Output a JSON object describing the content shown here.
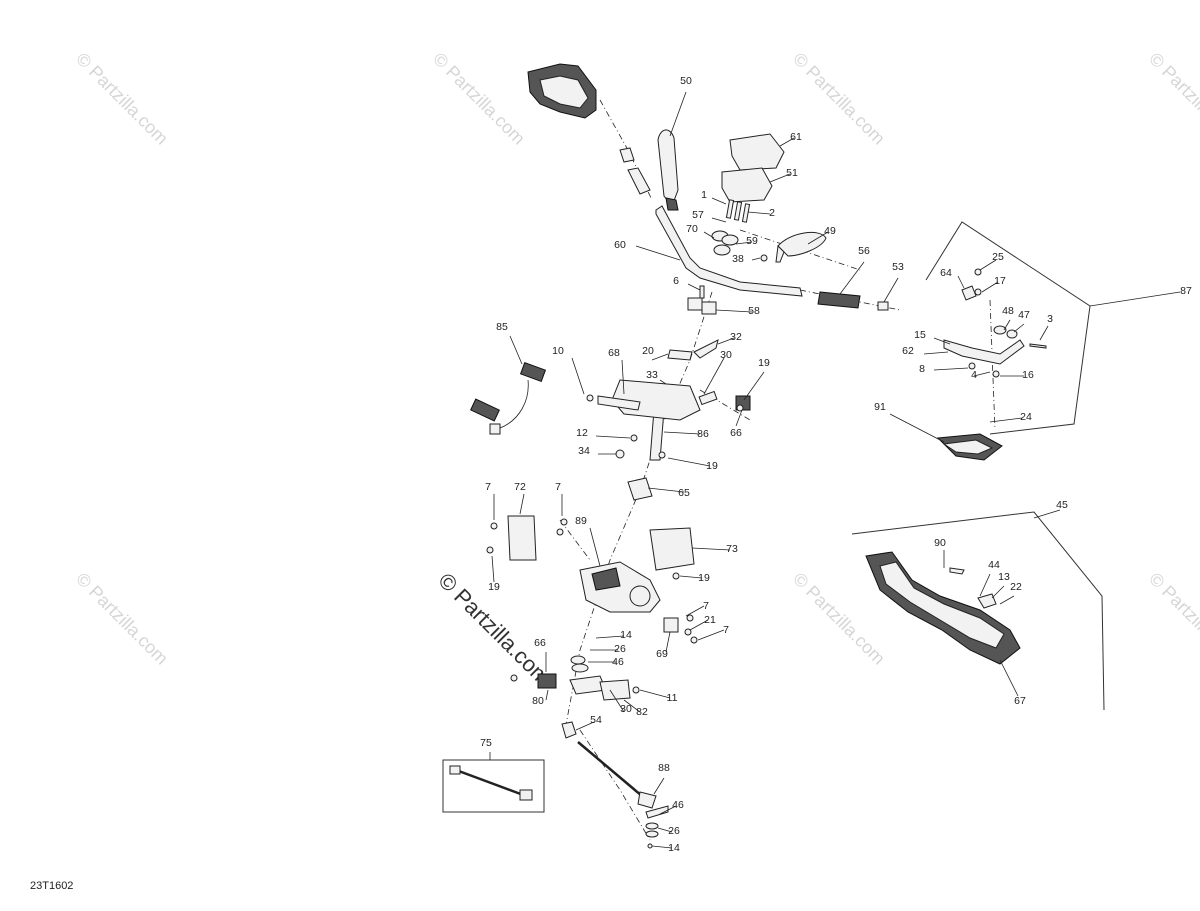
{
  "diagram": {
    "code": "23T1602",
    "watermark": "© Partzilla.com",
    "watermark_center": "© Partzilla.com",
    "callouts": [
      "50",
      "61",
      "51",
      "1",
      "2",
      "57",
      "70",
      "59",
      "38",
      "49",
      "60",
      "56",
      "53",
      "6",
      "58",
      "85",
      "32",
      "10",
      "68",
      "20",
      "30",
      "19",
      "33",
      "66",
      "12",
      "86",
      "34",
      "19",
      "65",
      "7",
      "72",
      "7",
      "89",
      "73",
      "19",
      "19",
      "7",
      "21",
      "14",
      "7",
      "26",
      "69",
      "66",
      "46",
      "80",
      "30",
      "82",
      "11",
      "54",
      "75",
      "88",
      "46",
      "26",
      "14",
      "87",
      "25",
      "64",
      "17",
      "48",
      "47",
      "3",
      "15",
      "62",
      "8",
      "4",
      "16",
      "91",
      "24",
      "45",
      "90",
      "44",
      "13",
      "22",
      "67"
    ]
  }
}
